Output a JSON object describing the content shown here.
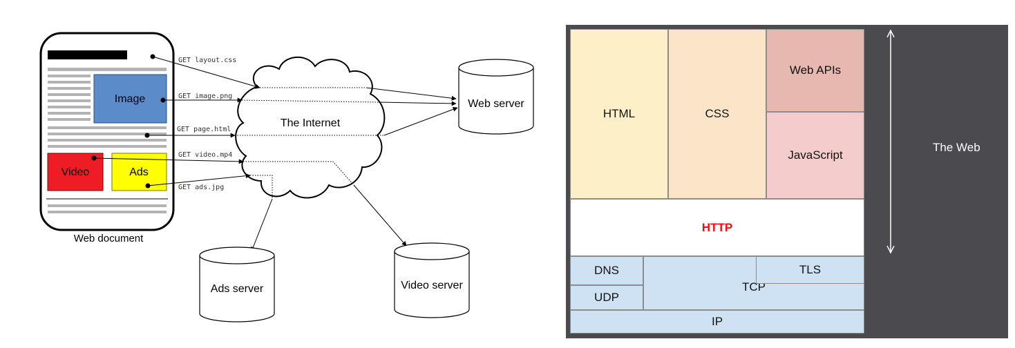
{
  "left": {
    "document_label": "Web document",
    "image_label": "Image",
    "video_label": "Video",
    "ads_label": "Ads",
    "cloud_label": "The Internet",
    "servers": {
      "web": "Web server",
      "ads": "Ads server",
      "video": "Video server"
    },
    "requests": {
      "css": "GET layout.css",
      "image": "GET image.png",
      "page": "GET page.html",
      "video": "GET video.mp4",
      "ads": "GET ads.jpg"
    },
    "colors": {
      "image": "#5b8bc9",
      "video": "#ee1c25",
      "ads": "#ffff00"
    }
  },
  "right": {
    "blocks": {
      "html": "HTML",
      "css": "CSS",
      "web_apis": "Web APIs",
      "javascript": "JavaScript",
      "http": "HTTP",
      "dns": "DNS",
      "udp": "UDP",
      "tcp": "TCP",
      "tls": "TLS",
      "ip": "IP"
    },
    "web_label": "The Web",
    "colors": {
      "html": "#fdf0c9",
      "css": "#fce4c8",
      "web_apis": "#e6b8af",
      "javascript": "#f4cccc",
      "http": "#ffffff",
      "http_text": "#ee1111",
      "transport": "#cfe2f3",
      "background": "#4b4b4f"
    }
  }
}
